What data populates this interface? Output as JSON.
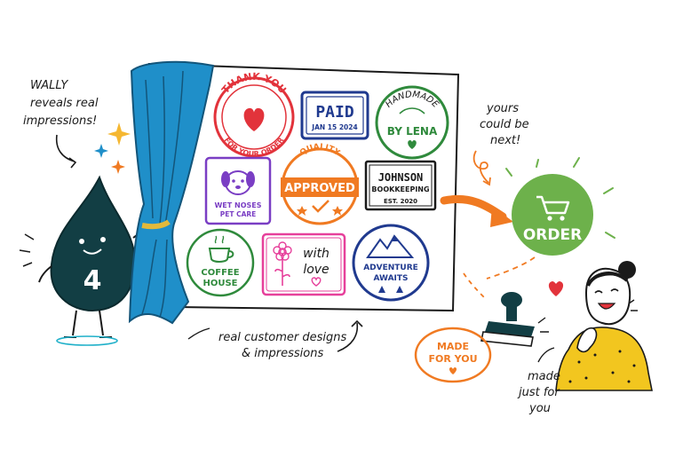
{
  "intro_note": {
    "line1": "WALLY",
    "line2": "reveals real",
    "line3": "impressions!"
  },
  "mascot": {
    "number": "4"
  },
  "colors": {
    "order_green": "#6db14b",
    "arrow_orange": "#f07a22",
    "curtain_blue": "#1f8fc9",
    "mascot_dark": "#123e44"
  },
  "stamps": {
    "thank_you": {
      "top": "THANK YOU",
      "bottom": "FOR YOUR ORDER"
    },
    "paid": {
      "title": "PAID",
      "date": "JAN 15 2024"
    },
    "handmade": {
      "top": "HANDMADE",
      "bottom": "BY LENA"
    },
    "wet_noses": {
      "line1": "WET NOSES",
      "line2": "PET CARE"
    },
    "approved": {
      "top": "QUALITY",
      "main": "APPROVED"
    },
    "johnson": {
      "line1": "JOHNSON",
      "line2": "BOOKKEEPING",
      "line3": "EST. 2020"
    },
    "coffee": {
      "line1": "COFFEE",
      "line2": "HOUSE"
    },
    "with_love": {
      "line1": "with",
      "line2": "love"
    },
    "adventure": {
      "line1": "ADVENTURE",
      "line2": "AWAITS"
    }
  },
  "caption": {
    "line1": "real customer designs",
    "line2": "& impressions"
  },
  "next_note": {
    "line1": "yours",
    "line2": "could be",
    "line3": "next!"
  },
  "order_button": {
    "label": "ORDER"
  },
  "made_for_you_stamp": {
    "line1": "MADE",
    "line2": "FOR YOU"
  },
  "bottom_note": {
    "line1": "made",
    "line2": "just for",
    "line3": "you"
  }
}
